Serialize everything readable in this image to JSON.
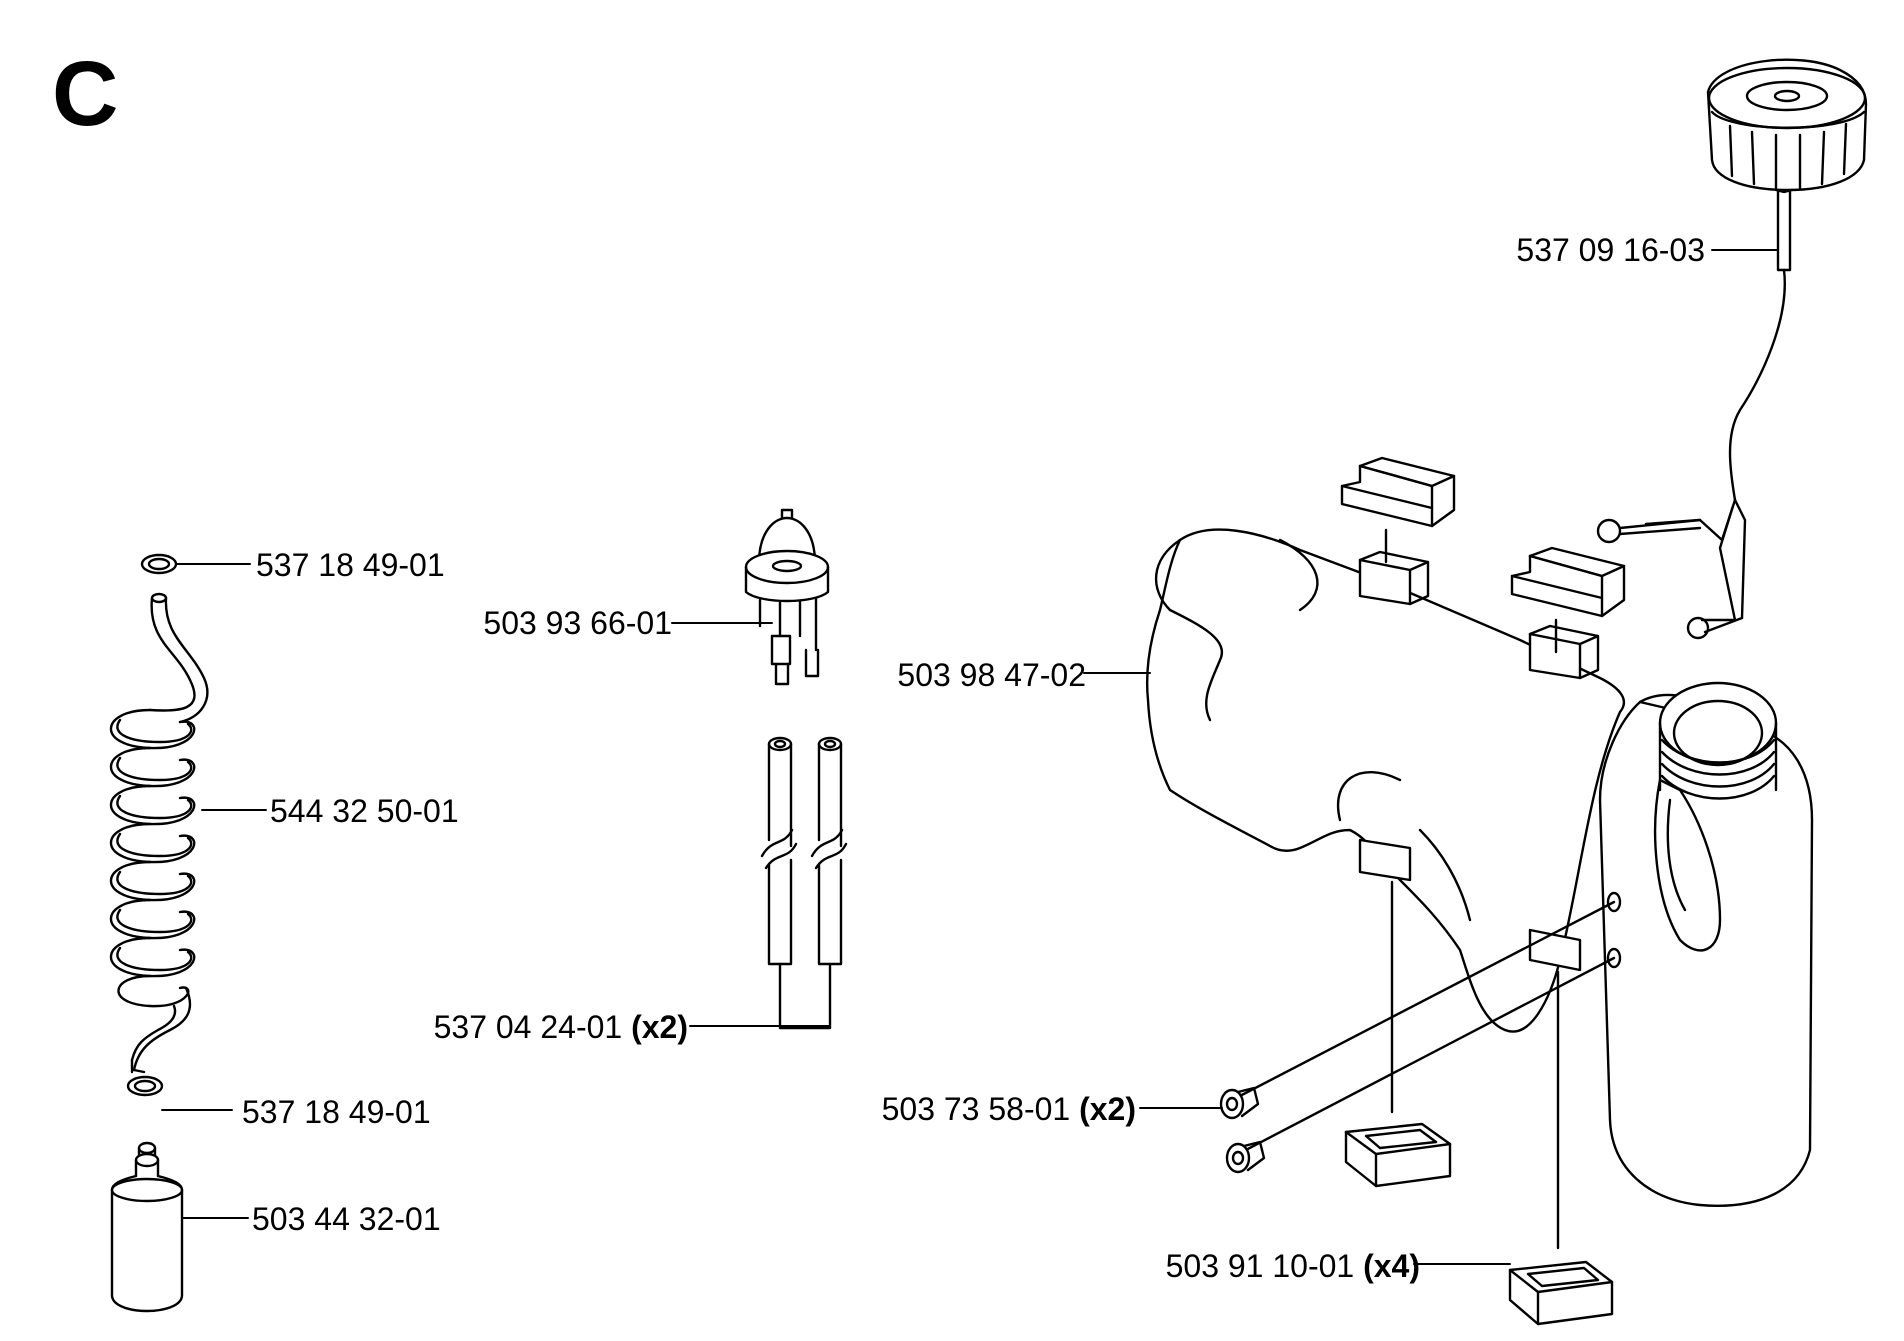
{
  "section": "C",
  "parts": [
    {
      "id": "fuel-cap-cable",
      "number": "537 09 16-03",
      "qty": ""
    },
    {
      "id": "oring-top",
      "number": "537 18 49-01",
      "qty": ""
    },
    {
      "id": "primer-bulb",
      "number": "503 93 66-01",
      "qty": ""
    },
    {
      "id": "fuel-tank",
      "number": "503 98 47-02",
      "qty": ""
    },
    {
      "id": "coil-hose",
      "number": "544 32 50-01",
      "qty": ""
    },
    {
      "id": "fuel-lines",
      "number": "537 04 24-01",
      "qty": "(x2)"
    },
    {
      "id": "oring-bottom",
      "number": "537 18 49-01",
      "qty": ""
    },
    {
      "id": "grommet",
      "number": "503 73 58-01",
      "qty": "(x2)"
    },
    {
      "id": "fuel-filter",
      "number": "503 44 32-01",
      "qty": ""
    },
    {
      "id": "rubber-mount",
      "number": "503 91 10-01",
      "qty": "(x4)"
    }
  ]
}
